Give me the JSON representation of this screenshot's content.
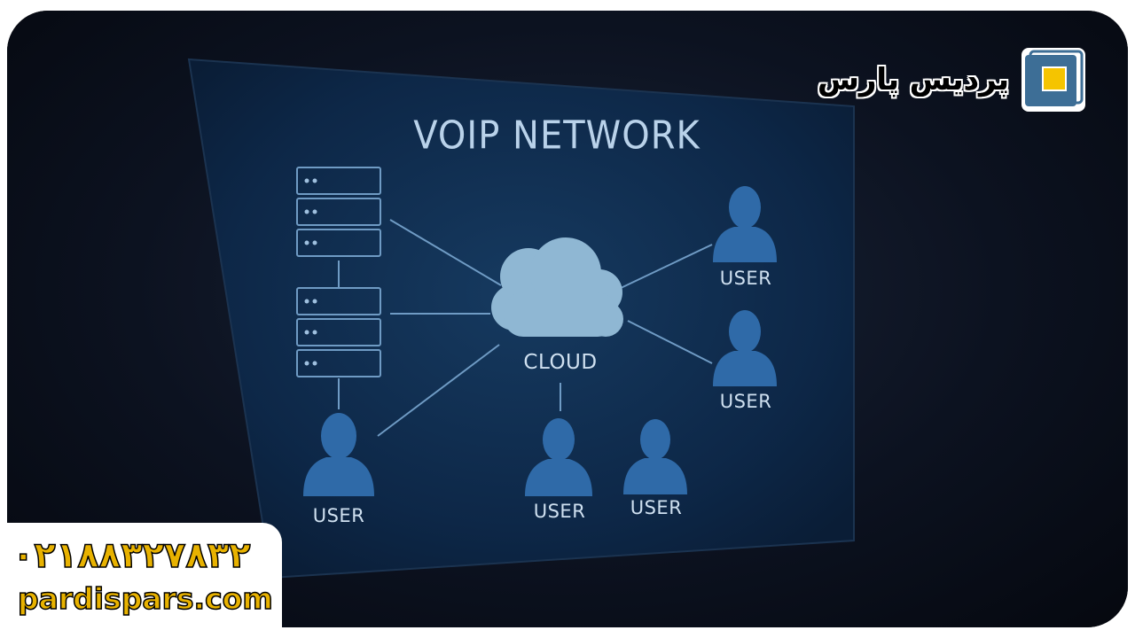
{
  "diagram": {
    "title": "VOIP NETWORK",
    "cloud_label": "CLOUD",
    "users": [
      {
        "id": "user-top-right",
        "label": "USER"
      },
      {
        "id": "user-mid-right",
        "label": "USER"
      },
      {
        "id": "user-bottom-left",
        "label": "USER"
      },
      {
        "id": "user-bottom-center",
        "label": "USER"
      },
      {
        "id": "user-bottom-right",
        "label": "USER"
      }
    ]
  },
  "branding": {
    "logo_text": "پردیس پارس",
    "phone": "۰۲۱۸۸۳۲۷۸۳۲",
    "website": "pardispars.com"
  },
  "colors": {
    "screen_bg": "#0f2a4a",
    "line": "#6f9bc4",
    "user_icon": "#2f6aa8",
    "cloud": "#8fb7d3",
    "accent_yellow": "#f5c400",
    "logo_blue": "#3d6e96"
  }
}
